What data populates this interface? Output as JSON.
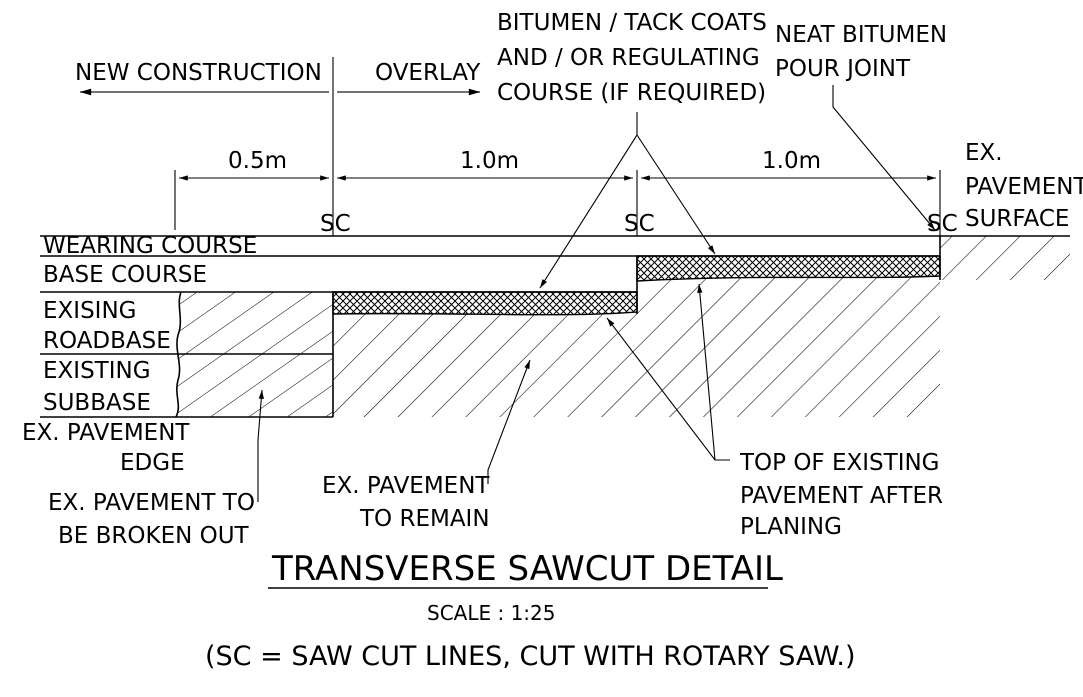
{
  "labels": {
    "new_construction": "NEW CONSTRUCTION",
    "overlay": "OVERLAY",
    "bitumen_1": "BITUMEN / TACK COATS",
    "bitumen_2": "AND / OR REGULATING",
    "bitumen_3": "COURSE (IF REQUIRED)",
    "neat_1": "NEAT BITUMEN",
    "neat_2": "POUR JOINT",
    "dim_05": "0.5m",
    "dim_10a": "1.0m",
    "dim_10b": "1.0m",
    "ex_surface_1": "EX.",
    "ex_surface_2": "PAVEMENT",
    "ex_surface_3": "SURFACE",
    "sc": "SC",
    "wearing": "WEARING COURSE",
    "base": "BASE COURSE",
    "roadbase_1": "EXISING",
    "roadbase_2": "ROADBASE",
    "subbase_1": "EXISTING",
    "subbase_2": "SUBBASE",
    "edge_1": "EX. PAVEMENT",
    "edge_2": "EDGE",
    "broken_1": "EX. PAVEMENT TO",
    "broken_2": "BE BROKEN OUT",
    "remain_1": "EX. PAVEMENT",
    "remain_2": "TO REMAIN",
    "top_1": "TOP OF EXISTING",
    "top_2": "PAVEMENT AFTER",
    "top_3": "PLANING"
  },
  "title": "TRANSVERSE SAWCUT DETAIL",
  "scale": "SCALE : 1:25",
  "note": "(SC = SAW CUT LINES, CUT WITH ROTARY SAW.)"
}
